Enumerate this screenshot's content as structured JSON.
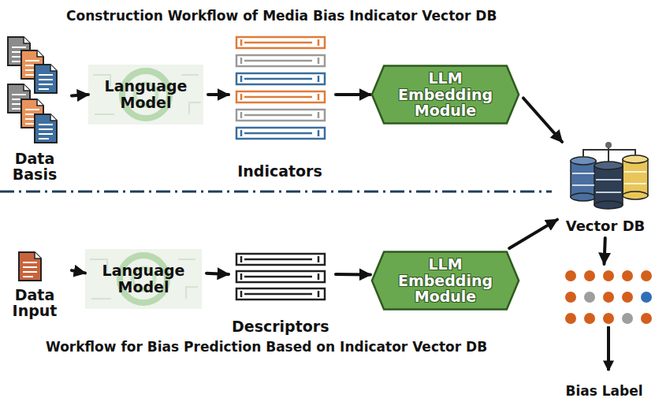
{
  "diagram": {
    "title": "Construction Workflow of Media Bias Indicator Vector DB",
    "caption": "Workflow for Bias Prediction Based on Indicator Vector DB",
    "nodes": [
      {
        "text": [
          "Data Basis"
        ]
      },
      {
        "text": [
          "Language Model"
        ]
      },
      {
        "text": [
          "Indicators"
        ]
      },
      {
        "text": [
          "LLM Embedding Module"
        ]
      },
      {
        "text": [
          "Vector DB"
        ]
      },
      {
        "text": [
          "Data Input"
        ]
      },
      {
        "text": [
          "Language Model"
        ]
      },
      {
        "text": [
          "Descriptors"
        ]
      },
      {
        "text": [
          "LLM Embedding Module"
        ]
      },
      {
        "text": [
          "Bias Label"
        ]
      }
    ],
    "edges": [
      {
        "from": 0,
        "to": 1,
        "arrow": "to"
      },
      {
        "from": 1,
        "to": 2,
        "arrow": "to"
      },
      {
        "from": 2,
        "to": 3,
        "arrow": "to"
      },
      {
        "from": 3,
        "to": 4,
        "arrow": "to"
      },
      {
        "from": 5,
        "to": 6,
        "arrow": "to"
      },
      {
        "from": 6,
        "to": 7,
        "arrow": "to"
      },
      {
        "from": 7,
        "to": 8,
        "arrow": "to"
      },
      {
        "from": 8,
        "to": 4,
        "arrow": "to"
      },
      {
        "from": 4,
        "to": 9,
        "arrow": "to"
      }
    ]
  }
}
